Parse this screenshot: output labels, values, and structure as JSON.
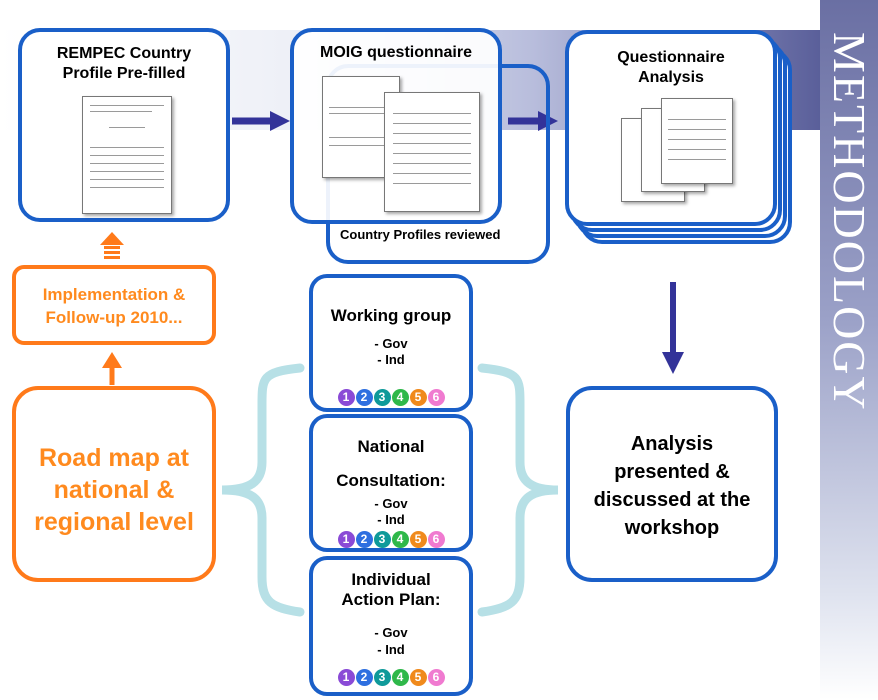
{
  "side_title": "METHODOLOGY",
  "boxes": {
    "rempec": {
      "title_line1": "REMPEC Country",
      "title_line2": "Profile Pre-filled"
    },
    "moig": {
      "title": "MOIG questionnaire",
      "reviewed_label": "Country Profiles reviewed"
    },
    "analysis": {
      "title_line1": "Questionnaire",
      "title_line2": "Analysis"
    },
    "presented": {
      "line1": "Analysis",
      "line2": "presented &",
      "line3": "discussed at the",
      "line4": "workshop"
    },
    "working_group": {
      "title": "Working group",
      "item1": "- Gov",
      "item2": "- Ind"
    },
    "national": {
      "title_line1": "National",
      "title_line2": "Consultation:",
      "item1": "- Gov",
      "item2": "- Ind"
    },
    "individual": {
      "title_line1": "Individual",
      "title_line2": "Action Plan:",
      "item1": "- Gov",
      "item2": "- Ind"
    },
    "implementation": {
      "line1": "Implementation &",
      "line2": "Follow-up 2010..."
    },
    "roadmap": {
      "line1": "Road map at",
      "line2": "national &",
      "line3": "regional level"
    }
  },
  "step_numbers": [
    "1",
    "2",
    "3",
    "4",
    "5",
    "6"
  ],
  "step_colors": [
    "#8a4ad6",
    "#2e6fe0",
    "#0f9a9a",
    "#2fb84a",
    "#f08a1c",
    "#f07ad0"
  ],
  "colors": {
    "accent_blue": "#1a5fc8",
    "arrow_blue": "#333399",
    "orange": "#ff7a1a",
    "brace": "#b7e0e6"
  }
}
